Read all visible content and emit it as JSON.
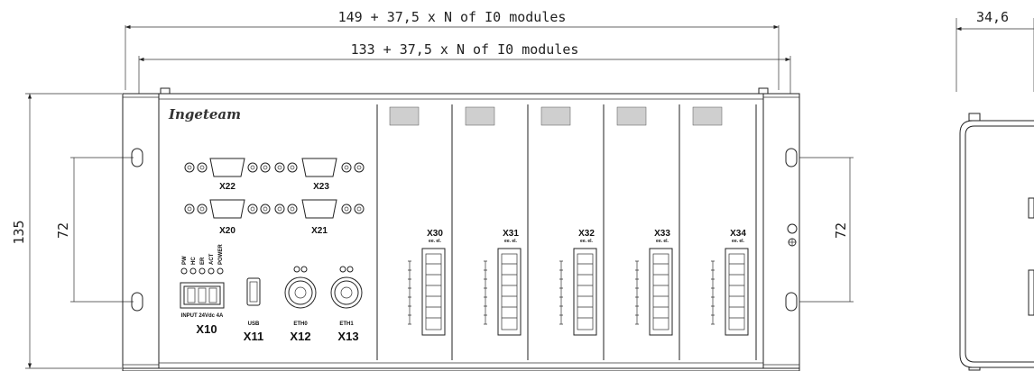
{
  "dimensions": {
    "overall_width": "149 + 37,5 x N of I0 modules",
    "inner_width": "133 + 37,5 x N of I0 modules",
    "depth": "34,6",
    "height": "135",
    "hole_spacing_left": "72",
    "hole_spacing_right": "72"
  },
  "front_panel": {
    "brand": "Ingeteam",
    "serial_connectors": [
      "X22",
      "X23",
      "X20",
      "X21"
    ],
    "ports": [
      {
        "id": "X10",
        "caption": "INPUT 24Vdc 4A"
      },
      {
        "id": "X11",
        "caption": "USB"
      },
      {
        "id": "X12",
        "caption": "ETH0"
      },
      {
        "id": "X13",
        "caption": "ETH1"
      }
    ],
    "leds": [
      "PW",
      "HC",
      "ER",
      "ACT",
      "POWER"
    ]
  },
  "modules": [
    {
      "id": "X30",
      "sub": "ee. el."
    },
    {
      "id": "X31",
      "sub": "ee. el."
    },
    {
      "id": "X32",
      "sub": "ee. el."
    },
    {
      "id": "X33",
      "sub": "ee. el."
    },
    {
      "id": "X34",
      "sub": "ee. el."
    }
  ],
  "colors": {
    "line": "#222222",
    "background": "#ffffff"
  }
}
